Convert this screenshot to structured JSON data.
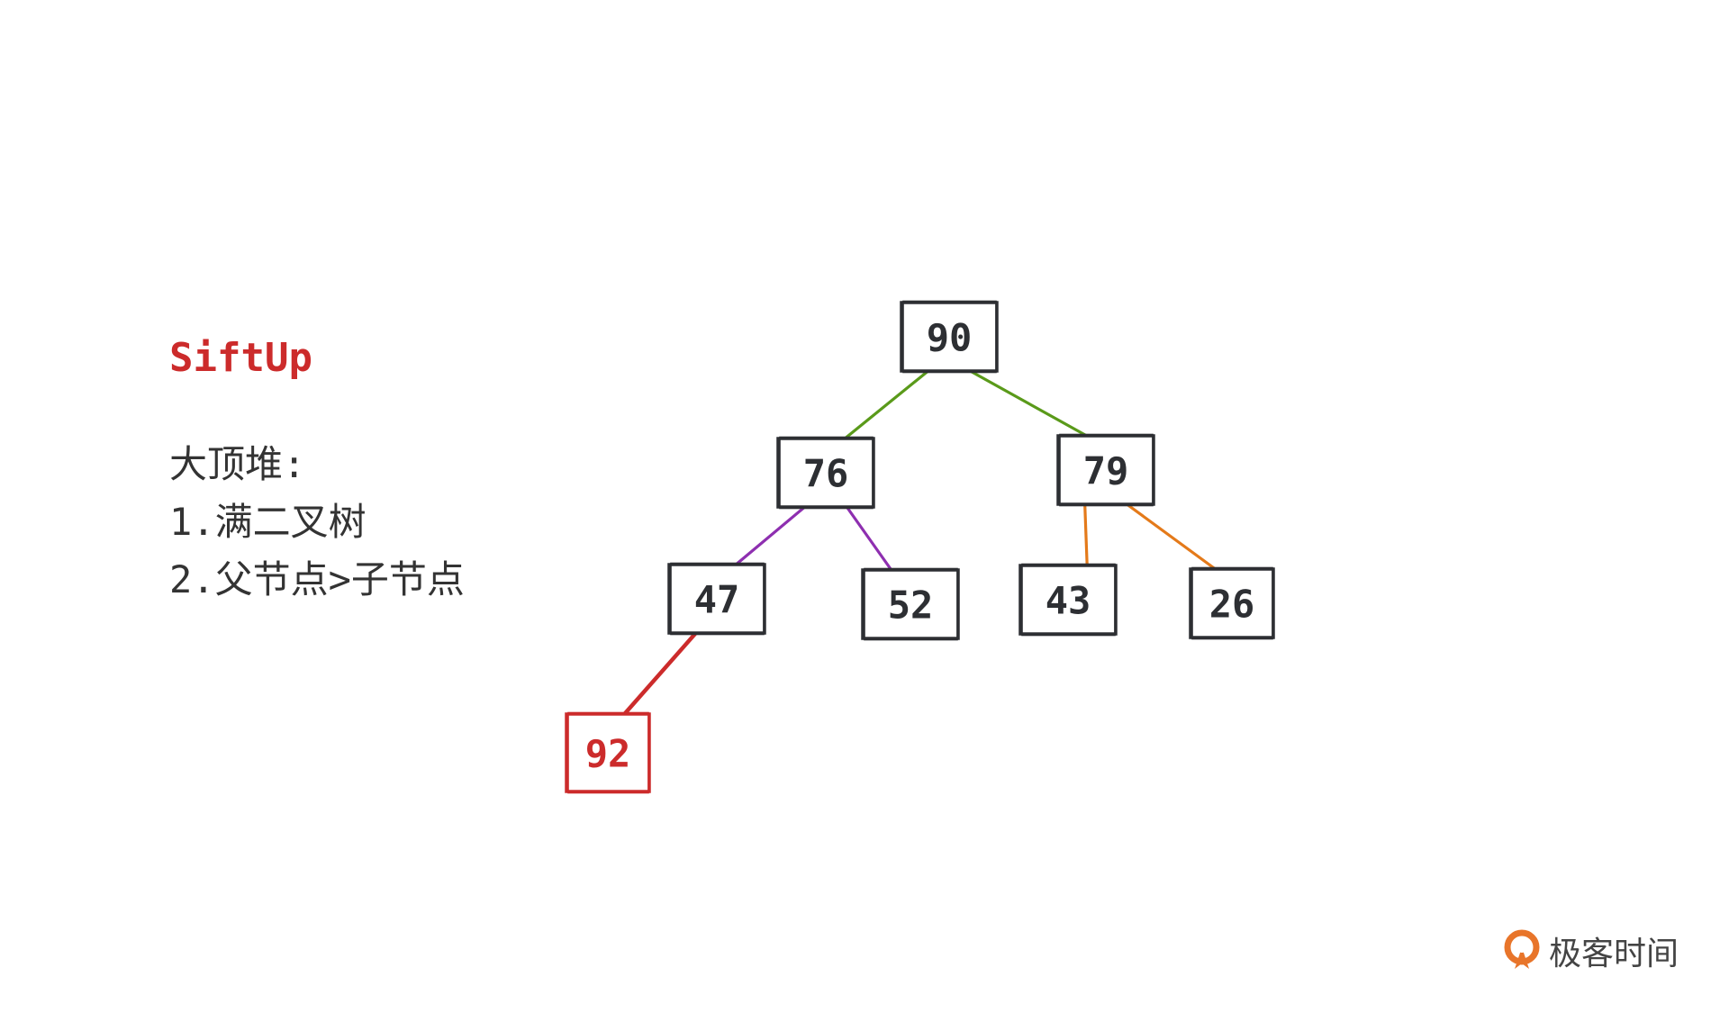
{
  "notes": {
    "title": "SiftUp",
    "heading": "大顶堆:",
    "rule1": "1.满二叉树",
    "rule2": "2.父节点>子节点"
  },
  "heap": {
    "nodes": [
      {
        "id": "n90",
        "label": "90",
        "highlight": false
      },
      {
        "id": "n76",
        "label": "76",
        "highlight": false
      },
      {
        "id": "n79",
        "label": "79",
        "highlight": false
      },
      {
        "id": "n47",
        "label": "47",
        "highlight": false
      },
      {
        "id": "n52",
        "label": "52",
        "highlight": false
      },
      {
        "id": "n43",
        "label": "43",
        "highlight": false
      },
      {
        "id": "n26",
        "label": "26",
        "highlight": false
      },
      {
        "id": "n92",
        "label": "92",
        "highlight": true
      }
    ],
    "edges": [
      {
        "from": "n90",
        "to": "n76",
        "color": "#5a9a1a"
      },
      {
        "from": "n90",
        "to": "n79",
        "color": "#5a9a1a"
      },
      {
        "from": "n76",
        "to": "n47",
        "color": "#8e2fb0"
      },
      {
        "from": "n76",
        "to": "n52",
        "color": "#8e2fb0"
      },
      {
        "from": "n79",
        "to": "n43",
        "color": "#e47a1a"
      },
      {
        "from": "n79",
        "to": "n26",
        "color": "#e47a1a"
      },
      {
        "from": "n47",
        "to": "n92",
        "color": "#cc2b2b"
      }
    ]
  },
  "brand": {
    "name": "极客时间",
    "icon": "geektime-logo-icon"
  },
  "colors": {
    "accent": "#cc2b2b",
    "text": "#333333",
    "box": "#2d2f33"
  }
}
